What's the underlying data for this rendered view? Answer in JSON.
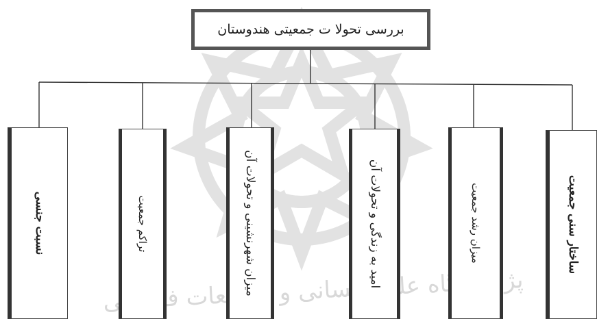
{
  "diagram": {
    "root": {
      "label": "بررسی تحولا ت جمعیتی هندوستان"
    },
    "children": [
      {
        "label": "ساختار سنی جمعیت"
      },
      {
        "label": "میزان رشد جمعیت"
      },
      {
        "label": "امید به زندگی و تحولات آن"
      },
      {
        "label": "میزان شهرنشینی و تحولات آن"
      },
      {
        "label": "تراکم جمعیت"
      },
      {
        "label": "نسبت جنسی"
      }
    ]
  },
  "watermark": {
    "text": "پژوهشگاه علوم انسانی و مطالعات فرهنگی"
  },
  "colors": {
    "line": "#333333",
    "watermark": "#d8d8d8"
  }
}
